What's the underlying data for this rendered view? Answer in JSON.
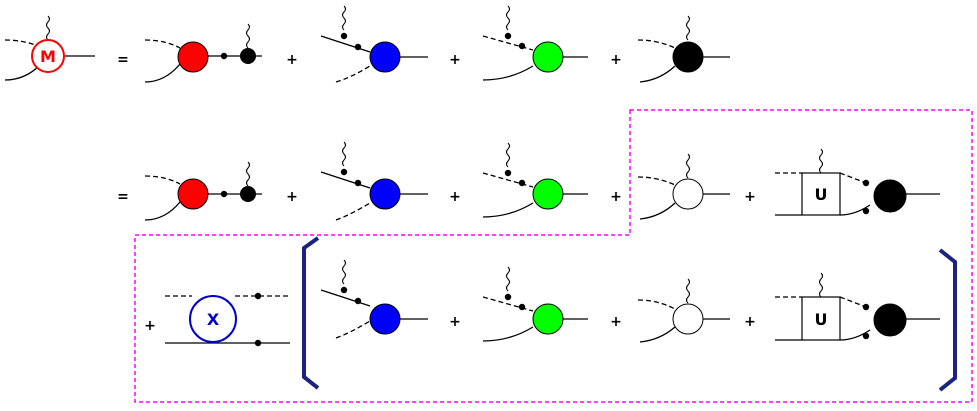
{
  "labels": {
    "m_vertex": "M",
    "u_box": "U",
    "x_kernel": "X",
    "equals": "=",
    "plus": "+"
  },
  "colors": {
    "red_blob": "#ff0000",
    "blue_blob": "#0000ff",
    "green_blob": "#00ff00",
    "black_blob": "#000000",
    "white_blob": "#ffffff",
    "m_label": "#ff0000",
    "x_label": "#0000cc",
    "bracket": "#1a237e",
    "dashed_box": "#ff00ff"
  }
}
